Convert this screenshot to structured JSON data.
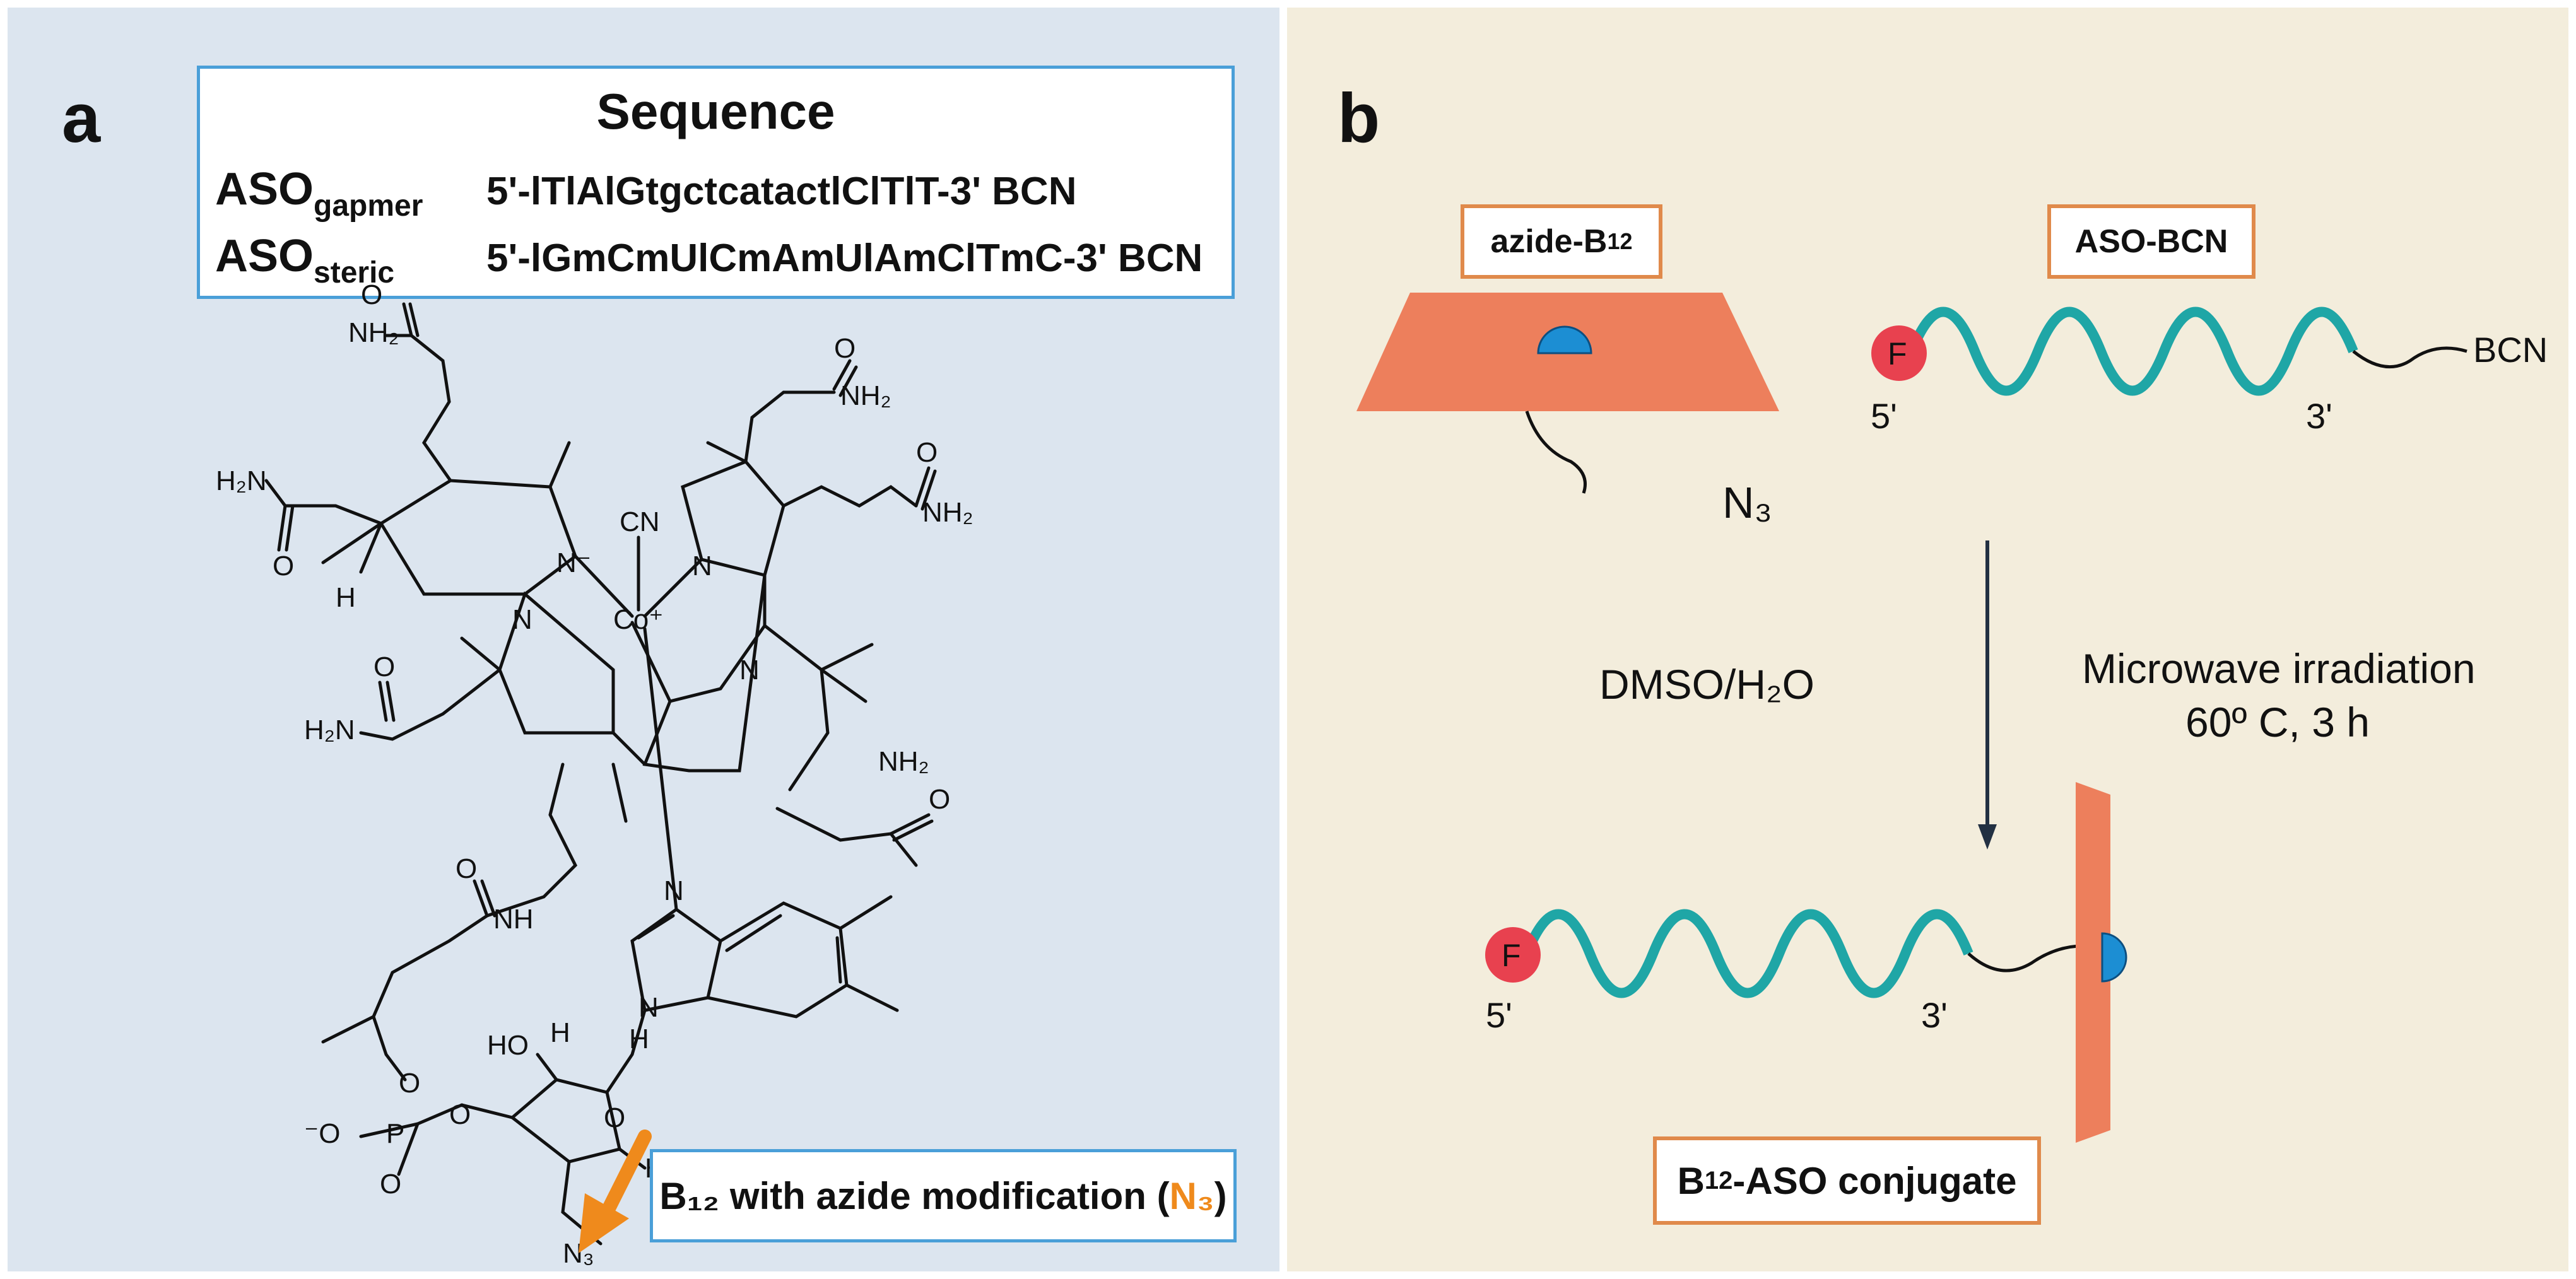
{
  "panel_a": {
    "label": "a",
    "sequence": {
      "title": "Sequence",
      "rows": [
        {
          "name": "ASO",
          "sub": "gapmer",
          "value": "5'-lTlAlGtgctcatactlClTlT-3' BCN"
        },
        {
          "name": "ASO",
          "sub": "steric",
          "value": "5'-lGmCmUlCmAmUlAmClTmC-3' BCN"
        }
      ]
    },
    "molecule_labels": {
      "nh2": "NH₂",
      "h2n": "H₂N",
      "o": "O",
      "cn": "CN",
      "co": "Co⁺",
      "n": "N",
      "n_minus": "N⁻",
      "h": "H",
      "ho": "HO",
      "nh": "NH",
      "o_minus": "⁻O",
      "p": "P",
      "n3": "N₃"
    },
    "note": {
      "text_pre": "B₁₂ with azide modification (",
      "highlight": "N₃",
      "text_post": ")"
    },
    "colors": {
      "box_border": "#4a9fd8",
      "highlight": "#ef8a1c",
      "arrow": "#ef8a1c"
    }
  },
  "panel_b": {
    "label": "b",
    "azide_box": {
      "pre": "azide-B",
      "sub": "12"
    },
    "aso_box": "ASO-BCN",
    "azide_label": "N₃",
    "fluor": "F",
    "five_prime": "5'",
    "three_prime": "3'",
    "bcn": "BCN",
    "solvent": "DMSO/H₂O",
    "condition_1": "Microwave irradiation",
    "condition_2": "60º C, 3 h",
    "product_box": {
      "pre": "B",
      "sub": "12",
      "post": "-ASO conjugate"
    },
    "colors": {
      "b12": "#ed7f5c",
      "helix": "#1fa6a6",
      "fluor": "#e8414f",
      "blue_dome": "#1c8ed3",
      "box_border": "#e08a4b"
    }
  }
}
